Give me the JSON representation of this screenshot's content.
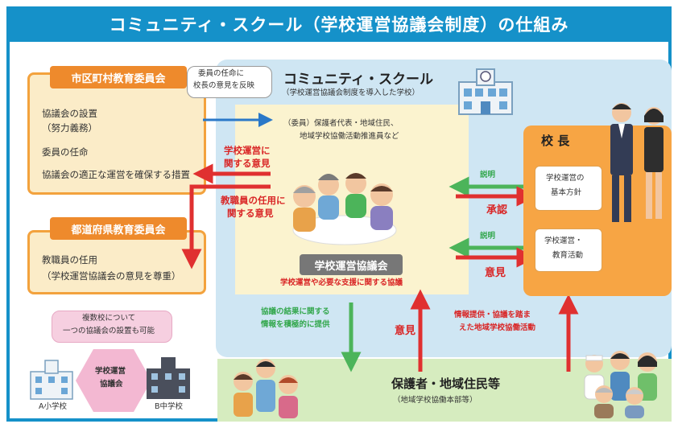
{
  "title": "コミュニティ・スクール（学校運営協議会制度）の仕組み",
  "municipal": {
    "head": "市区町村教育委員会",
    "items": [
      "協議会の設置",
      "（努力義務）",
      "委員の任命",
      "協議会の適正な運営を確保する措置"
    ]
  },
  "prefectural": {
    "head": "都道府県教育委員会",
    "items": [
      "教職員の任用",
      "（学校運営協議会の意見を尊重）"
    ]
  },
  "bubble_top": [
    "委員の任命に",
    "校長の意見を反映"
  ],
  "community_school": {
    "title": "コミュニティ・スクール",
    "subtitle": "（学校運営協議会制度を導入した学校）",
    "members": [
      "（委員）保護者代表・地域住民、",
      "地域学校協働活動推進員など"
    ]
  },
  "opinion_school": [
    "学校運営に",
    "関する意見"
  ],
  "opinion_staff": [
    "教職員の任用に",
    "関する意見"
  ],
  "council": {
    "label": "学校運営協議会",
    "caption": "学校運営や必要な支援に関する協議"
  },
  "principal": {
    "head": "校 長",
    "box1": [
      "学校運営の",
      "基本方針"
    ],
    "box2": [
      "学校運営・",
      "教育活動"
    ]
  },
  "arrow_labels": {
    "explain1": "説明",
    "approve": "承認",
    "explain2": "説明",
    "opinion_principal": "意見",
    "green_down": [
      "協議の結果に関する",
      "情報を積極的に提供"
    ],
    "opinion_up": "意見",
    "info_up": [
      "情報提供・協議を踏ま",
      "えた地域学校協働活動"
    ]
  },
  "bottom": {
    "title": "保護者・地域住民等",
    "subtitle": "（地域学校協働本部等）"
  },
  "joint": {
    "bubble": [
      "複数校について",
      "一つの協議会の設置も可能"
    ],
    "center": [
      "学校運営",
      "協議会"
    ],
    "school_a": "A小学校",
    "school_b": "B中学校"
  },
  "colors": {
    "blue": "#1591c9",
    "orange": "#ee8a2c",
    "red_arrow": "#e03030",
    "green_arrow": "#4cb45a",
    "blue_arrow": "#2a78c8"
  }
}
